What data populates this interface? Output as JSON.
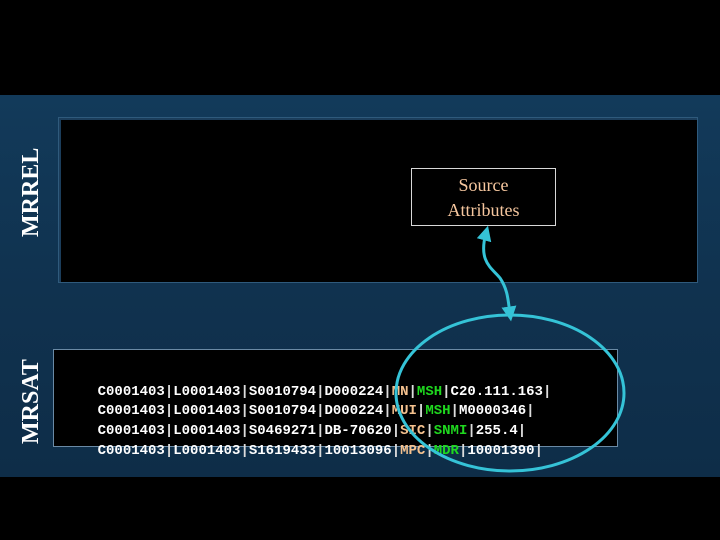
{
  "labels": {
    "mrrel": "MRREL",
    "mrsat": "MRSAT"
  },
  "callout": {
    "line1": "Source",
    "line2": "Attributes"
  },
  "rows": [
    [
      "C0001403",
      "L0001403",
      "S0010794",
      "D000224",
      "MN",
      "MSH",
      "C20.111.163"
    ],
    [
      "C0001403",
      "L0001403",
      "S0010794",
      "D000224",
      "MUI",
      "MSH",
      "M0000346"
    ],
    [
      "C0001403",
      "L0001403",
      "S0469271",
      "DB-70620",
      "SIC",
      "SNMI",
      "255.4"
    ],
    [
      "C0001403",
      "L0001403",
      "S1619433",
      "10013096",
      "MPC",
      "MDR",
      "10001390"
    ]
  ],
  "colors": {
    "highlight_circle": "#35c3d7",
    "attribute_name": "#f4c18e",
    "source": "#1fd81f"
  }
}
